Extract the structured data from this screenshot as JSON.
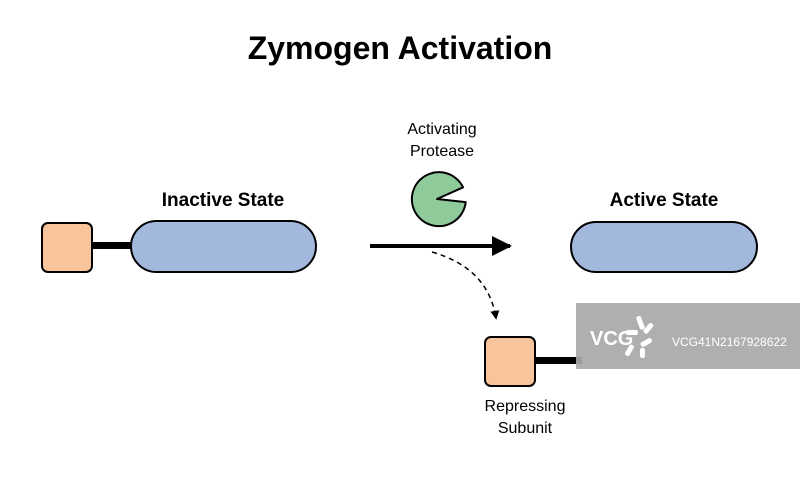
{
  "title": "Zymogen Activation",
  "inactive_label": "Inactive State",
  "active_label": "Active State",
  "protease_label": [
    "Activating",
    "Protease"
  ],
  "subunit_label": [
    "Repressing",
    "Subunit"
  ],
  "watermark": {
    "logo": "VCG",
    "id_text": "VCG41N2167928622"
  },
  "colors": {
    "enzyme_body": "#a3b8dd",
    "repressing_subunit": "#f8c49c",
    "protease": "#8fcb9a",
    "stroke": "#000000",
    "watermark_bg": "#a8a8a8"
  }
}
